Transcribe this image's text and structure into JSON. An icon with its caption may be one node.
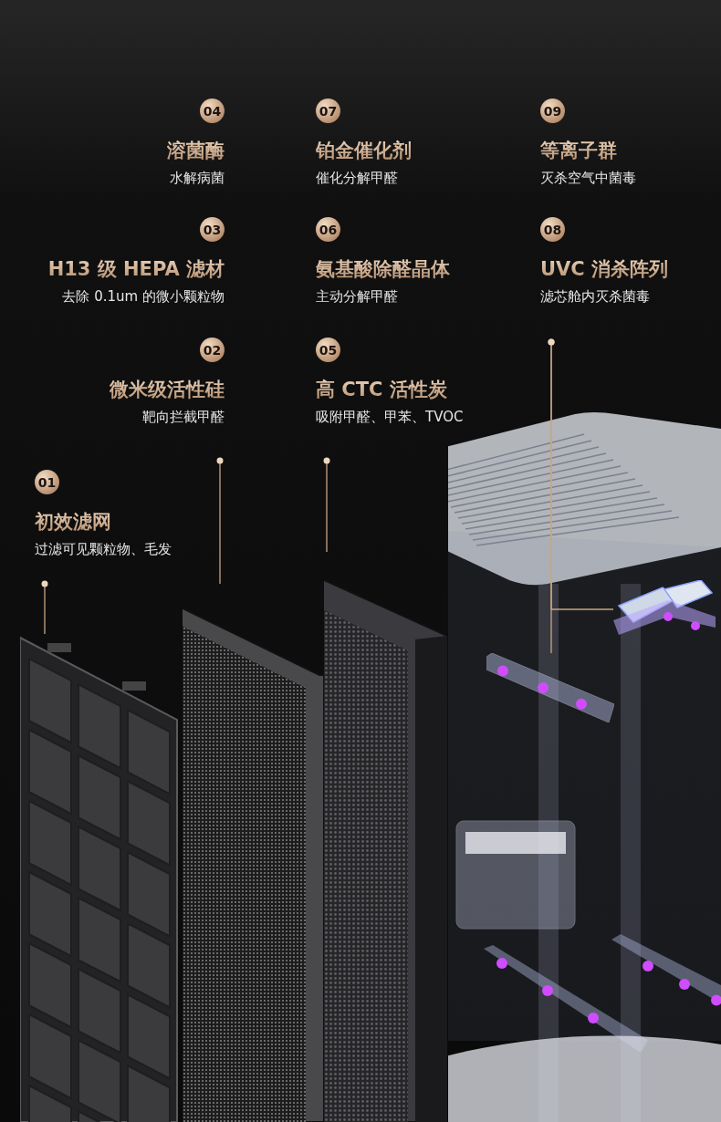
{
  "diagram": {
    "nodes": [
      {
        "text": [
          "04",
          "溶菌酶",
          "水解病菌"
        ]
      },
      {
        "text": [
          "07",
          "铂金催化剂",
          "催化分解甲醛"
        ]
      },
      {
        "text": [
          "09",
          "等离子群",
          "灭杀空气中菌毒"
        ]
      },
      {
        "text": [
          "03",
          "H13 级 HEPA 滤材",
          "去除 0.1um 的微小颗粒物"
        ]
      },
      {
        "text": [
          "06",
          "氨基酸除醛晶体",
          "主动分解甲醛"
        ]
      },
      {
        "text": [
          "08",
          "UVC 消杀阵列",
          "滤芯舱内灭杀菌毒"
        ]
      },
      {
        "text": [
          "02",
          "微米级活性硅",
          "靶向拦截甲醛"
        ]
      },
      {
        "text": [
          "05",
          "高 CTC 活性炭",
          "吸附甲醛、甲苯、TVOC"
        ]
      },
      {
        "text": [
          "01",
          "初效滤网",
          "过滤可见颗粒物、毛发"
        ]
      },
      {
        "text": [],
        "shape": "picture"
      },
      {
        "text": [],
        "shape": "picture"
      },
      {
        "text": [],
        "shape": "picture"
      },
      {
        "text": [],
        "shape": "picture"
      },
      {
        "text": [],
        "shape": "picture"
      }
    ],
    "edges": [
      {
        "from": 8,
        "to": 9,
        "arrow": "other"
      },
      {
        "from": 6,
        "to": 10,
        "arrow": "other"
      },
      {
        "from": 7,
        "to": 11,
        "arrow": "other"
      },
      {
        "from": 5,
        "to": 12,
        "arrow": "other"
      },
      {
        "from": 5,
        "to": 13,
        "arrow": "other"
      }
    ]
  }
}
